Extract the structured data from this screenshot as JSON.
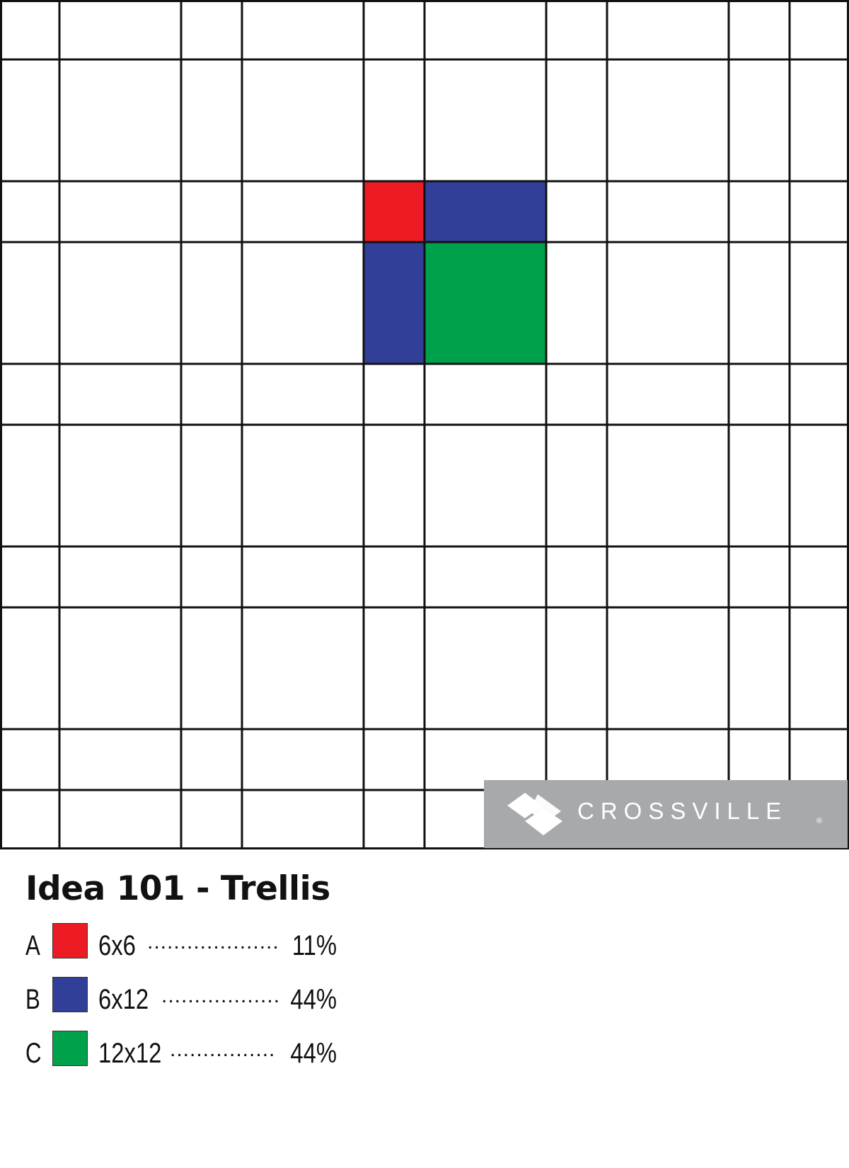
{
  "pattern": {
    "colors": {
      "A": "#ed1c24",
      "B": "#323f99",
      "C": "#00a14b",
      "grid": "#111111",
      "background": "#ffffff"
    },
    "highlight_tiles": [
      "A",
      "B",
      "B",
      "C"
    ]
  },
  "logo": {
    "text": "CROSSVILLE",
    "mark": "®",
    "background": "#a7a9ac",
    "icon": "crossville-diamond-logo-icon"
  },
  "title": "Idea 101 - Trellis",
  "legend": [
    {
      "letter": "A",
      "size": "6x6",
      "dots": "....................",
      "percent": "11%",
      "color": "#ed1c24"
    },
    {
      "letter": "B",
      "size": "6x12",
      "dots": "..................",
      "percent": "44%",
      "color": "#323f99"
    },
    {
      "letter": "C",
      "size": "12x12",
      "dots": "................",
      "percent": "44%",
      "color": "#00a14b"
    }
  ]
}
